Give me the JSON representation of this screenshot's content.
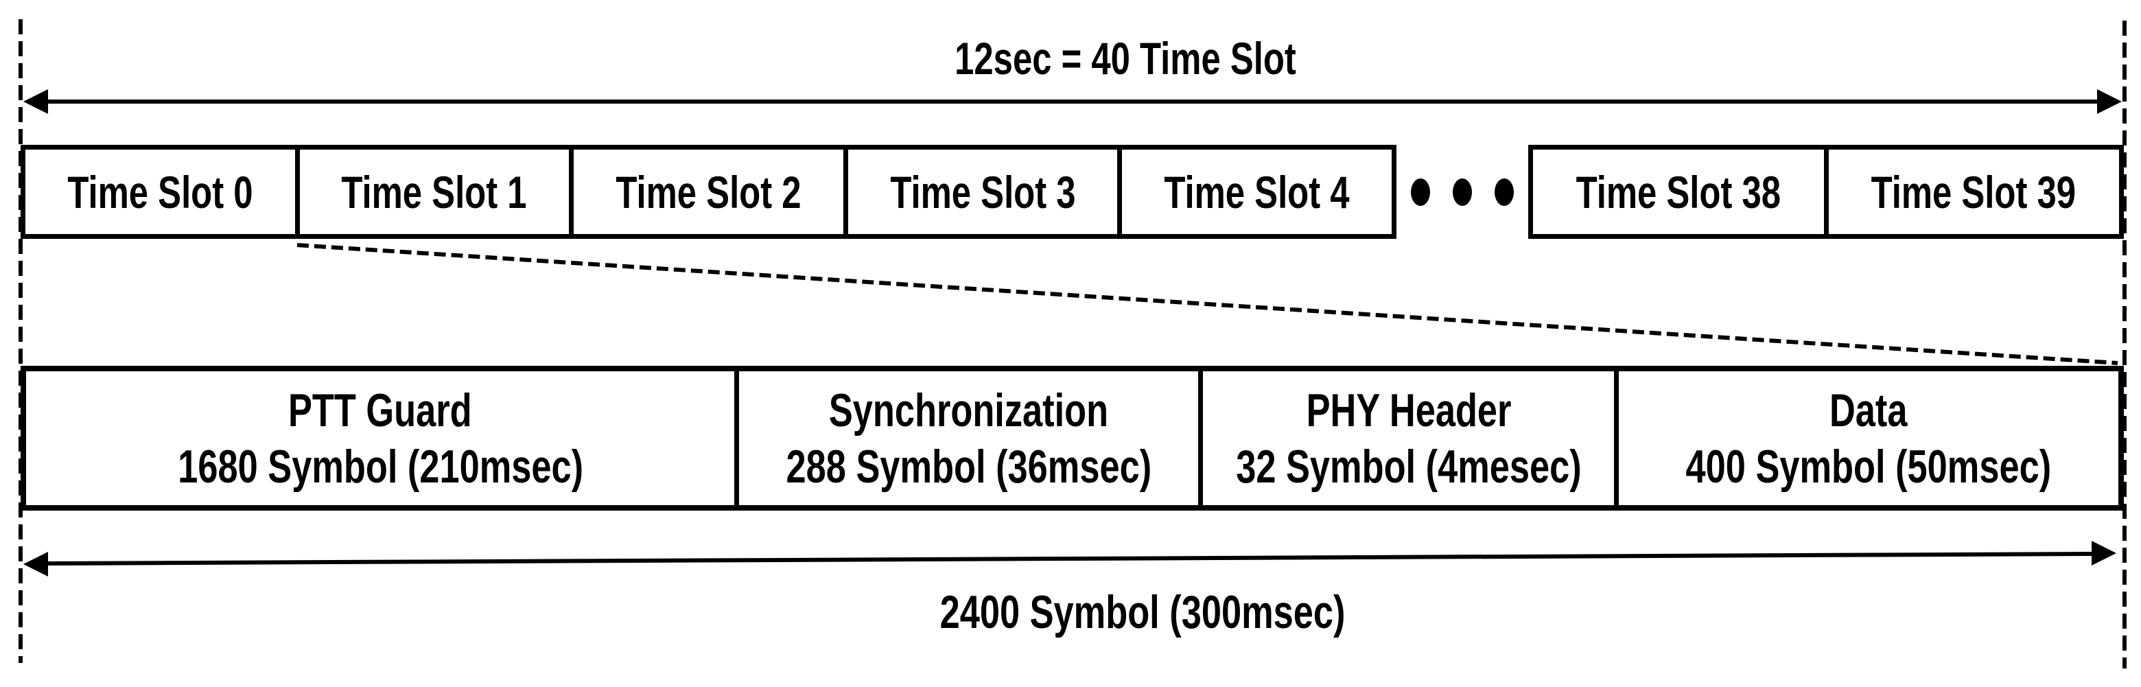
{
  "colors": {
    "ink": "#000000",
    "paper": "#ffffff"
  },
  "labels": {
    "total_duration": "12sec = 40 Time Slot",
    "slot_total": "2400 Symbol (300msec)"
  },
  "timeslot_row": {
    "leading_slots": [
      "Time Slot 0",
      "Time Slot 1",
      "Time Slot 2",
      "Time Slot 3",
      "Time Slot 4"
    ],
    "ellipsis_icon": "three-dots",
    "trailing_slots": [
      "Time Slot 38",
      "Time Slot 39"
    ]
  },
  "slot_structure_row": {
    "segments": [
      {
        "name": "PTT Guard",
        "detail": "1680 Symbol (210msec)"
      },
      {
        "name": "Synchronization",
        "detail": "288 Symbol (36msec)"
      },
      {
        "name": "PHY Header",
        "detail": "32 Symbol (4mesec)"
      },
      {
        "name": "Data",
        "detail": "400 Symbol (50msec)"
      }
    ]
  }
}
